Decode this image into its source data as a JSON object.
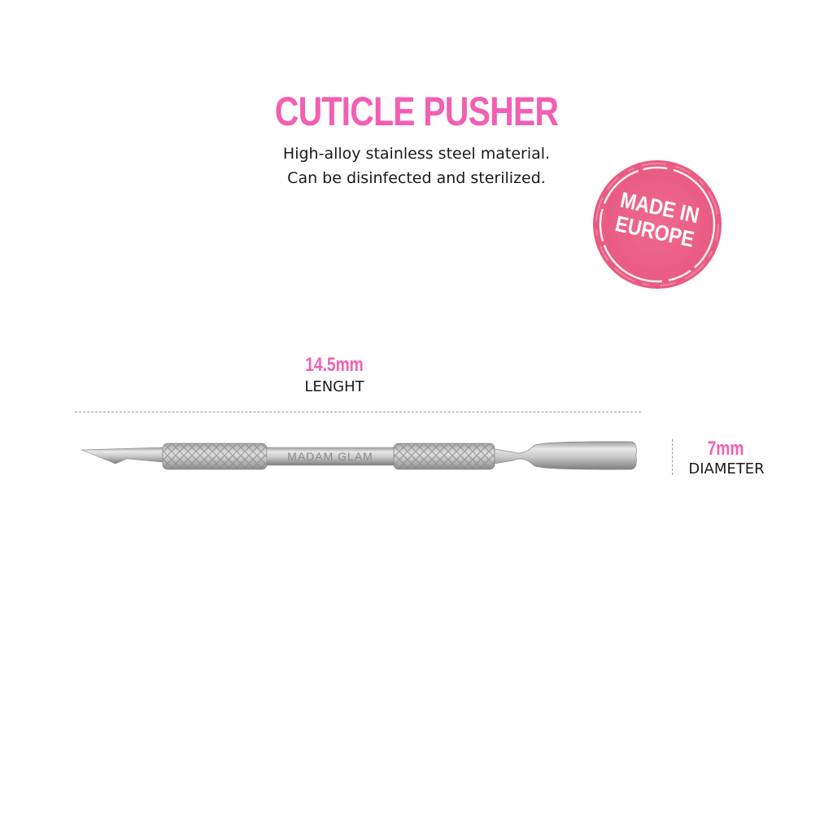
{
  "product": {
    "title": "CUTICLE PUSHER",
    "description_line1": "High-alloy stainless steel material.",
    "description_line2": "Can be disinfected and sterilized.",
    "brand_engraving": "MADAM GLAM"
  },
  "badge": {
    "line1": "MADE IN",
    "line2": "EUROPE",
    "color": "#ee6488"
  },
  "dimensions": {
    "length_value": "14.5mm",
    "length_label": "LENGHT",
    "diameter_value": "7mm",
    "diameter_label": "DIAMETER"
  },
  "colors": {
    "accent": "#f25fb3",
    "text": "#1a1a1a"
  }
}
